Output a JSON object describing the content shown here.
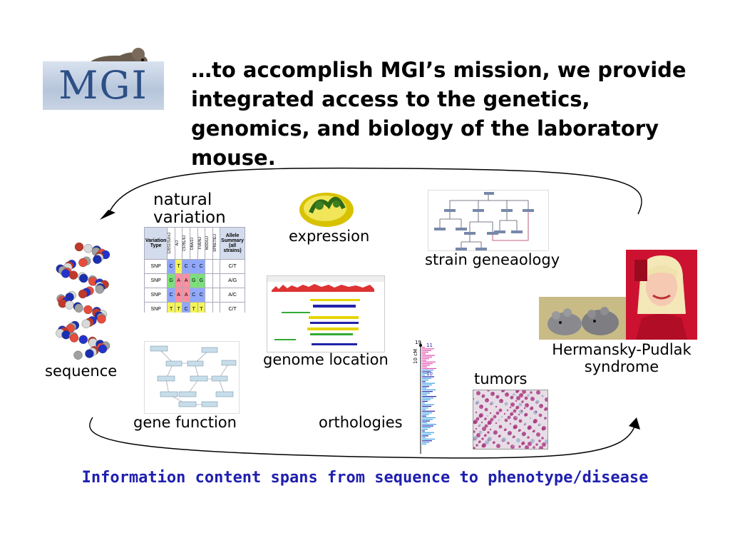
{
  "logo": {
    "text": "MGI"
  },
  "mission": "…to accomplish MGI’s mission, we provide integrated access to the genetics, genomics, and biology of the laboratory mouse.",
  "labels": {
    "natural_variation_1": "natural",
    "natural_variation_2": "variation",
    "expression": "expression",
    "strain_genealogy": "strain geneaology",
    "sequence": "sequence",
    "genome_location": "genome location",
    "hermansky_1": "Hermansky-Pudlak",
    "hermansky_2": "syndrome",
    "tumors": "tumors",
    "gene_function": "gene function",
    "orthologies": "orthologies"
  },
  "variation_table": {
    "col_header": "Variation Type",
    "summary_header": "Allele Summary (all strains)",
    "strains": [
      "129S1/SvImJ",
      "A/J",
      "C57BL/6J",
      "DBA/2J",
      "FVB/NJ",
      "NOD/LtJ",
      "SPRET/EiJ"
    ],
    "rows": [
      {
        "type": "SNP",
        "alleles": [
          "C",
          "T",
          "C",
          "C",
          "C",
          "",
          ""
        ],
        "summary": "C/T"
      },
      {
        "type": "SNP",
        "alleles": [
          "G",
          "A",
          "A",
          "G",
          "G",
          "",
          ""
        ],
        "summary": "A/G"
      },
      {
        "type": "SNP",
        "alleles": [
          "C",
          "A",
          "A",
          "C",
          "C",
          "",
          ""
        ],
        "summary": "A/C"
      },
      {
        "type": "SNP",
        "alleles": [
          "T",
          "T",
          "C",
          "T",
          "T",
          "",
          ""
        ],
        "summary": "C/T"
      }
    ]
  },
  "orthology_axis": {
    "top": "19",
    "mid": "10",
    "label": "10 cM",
    "right_top": "11",
    "right_mid": "10"
  },
  "footer": "Information content spans from sequence to phenotype/disease",
  "colors": {
    "footer": "#1f1fb0",
    "allele_C": "#8fa8ff",
    "allele_T": "#f4f45a",
    "allele_A": "#ff8fa0",
    "allele_G": "#7be07b"
  }
}
